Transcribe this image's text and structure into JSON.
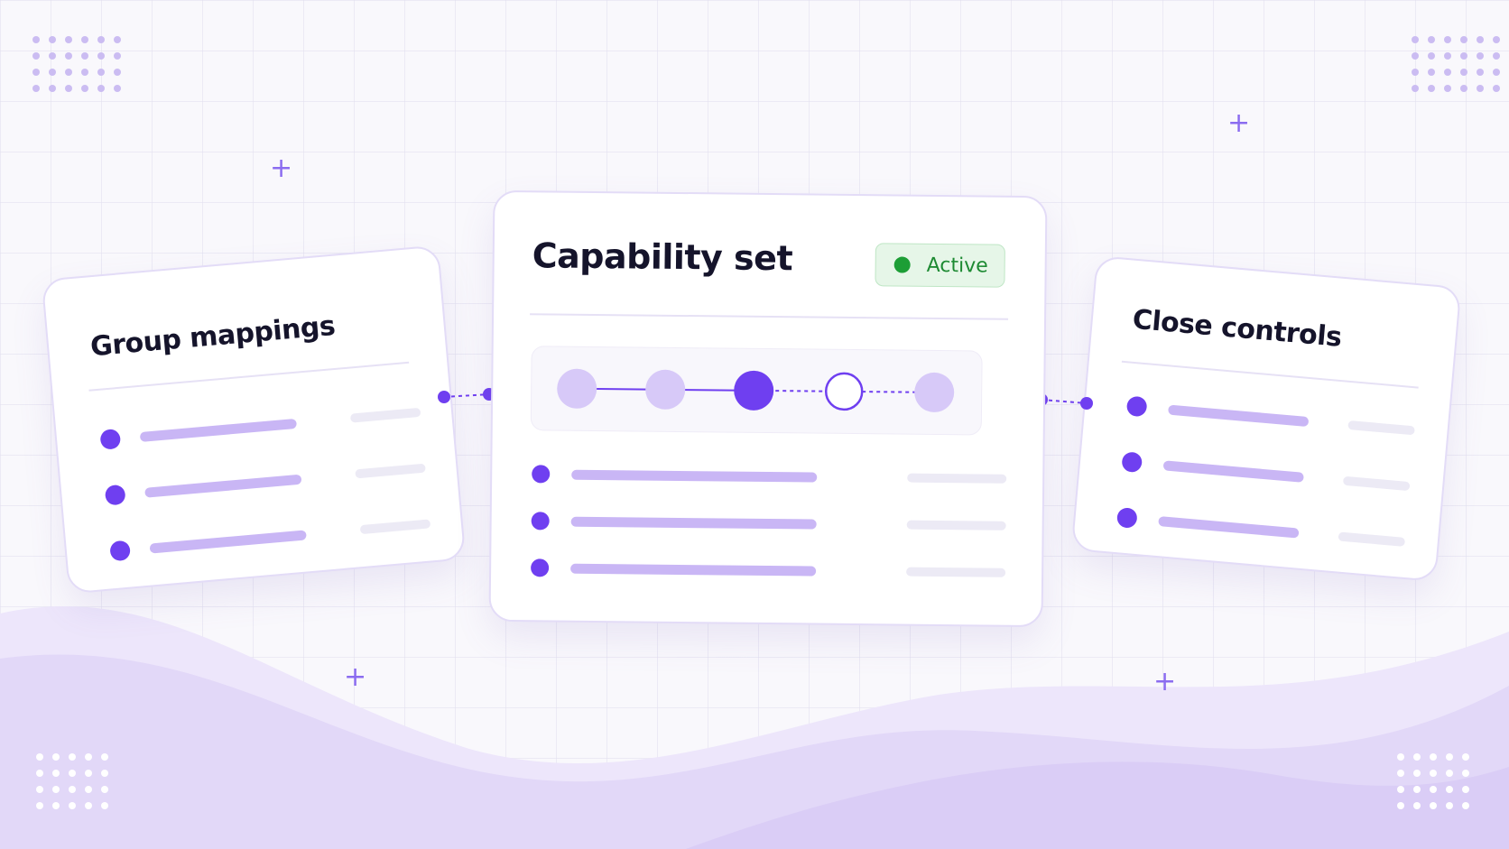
{
  "cards": {
    "left": {
      "title": "Group mappings"
    },
    "center": {
      "title": "Capability set",
      "status_badge": "Active"
    },
    "right": {
      "title": "Close controls"
    }
  },
  "stepper": {
    "steps": [
      "completed",
      "completed",
      "current",
      "pending",
      "upcoming"
    ]
  },
  "colors": {
    "accent": "#6f3ff0",
    "accent_light": "#c9b6f5",
    "status_active": "#1d9e36",
    "wave": "#ddd2f6"
  }
}
